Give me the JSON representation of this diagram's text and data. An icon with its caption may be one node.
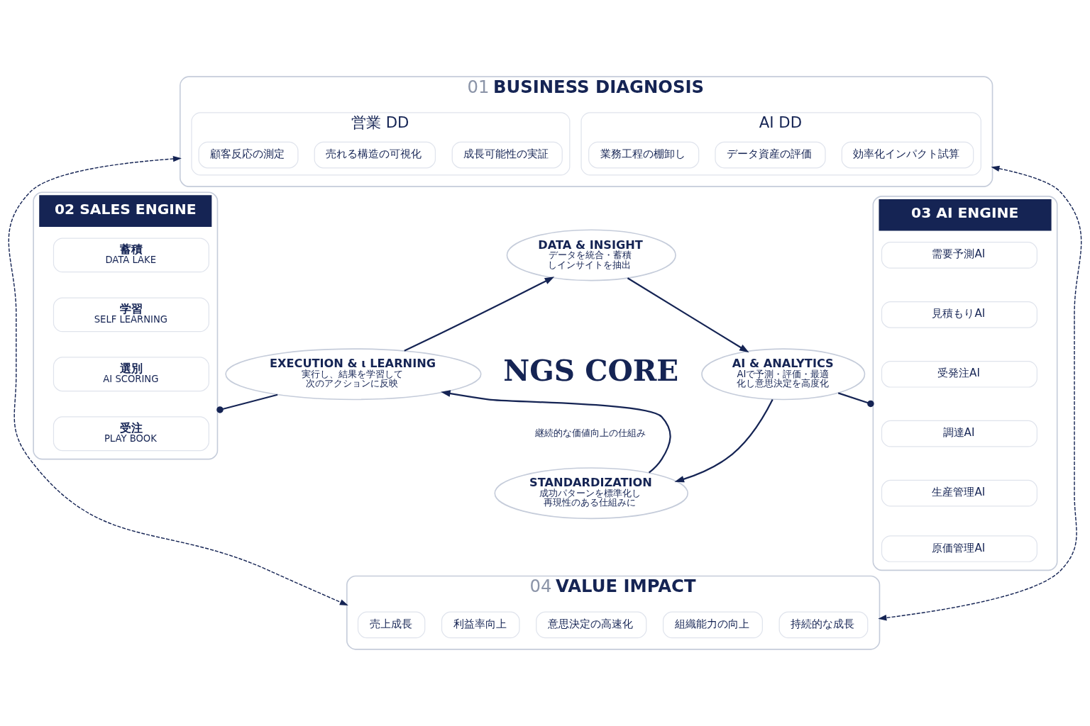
{
  "diagram": {
    "nodes": [
      {
        "text": [
          "01 BUSINESS DIAGNOSIS"
        ]
      },
      {
        "text": [
          "営業 DD"
        ],
        "in": 0
      },
      {
        "text": [
          "顧客反応の測定"
        ],
        "in": 1
      },
      {
        "text": [
          "売れる構造の可視化"
        ],
        "in": 1
      },
      {
        "text": [
          "成長可能性の実証"
        ],
        "in": 1
      },
      {
        "text": [
          "AI DD"
        ],
        "in": 0
      },
      {
        "text": [
          "業務工程の棚卸し"
        ],
        "in": 5
      },
      {
        "text": [
          "データ資産の評価"
        ],
        "in": 5
      },
      {
        "text": [
          "効率化インパクト試算"
        ],
        "in": 5
      },
      {
        "text": [
          "02 SALES ENGINE"
        ]
      },
      {
        "text": [
          "蓄積",
          "DATA LAKE"
        ],
        "in": 9
      },
      {
        "text": [
          "学習",
          "SELF LEARNING"
        ],
        "in": 9
      },
      {
        "text": [
          "選別",
          "AI SCORING"
        ],
        "in": 9
      },
      {
        "text": [
          "受注",
          "PLAY BOOK"
        ],
        "in": 9
      },
      {
        "text": [
          "DATA & INSIGHT",
          "データを統合・蓄積しインサイトを抽出"
        ]
      },
      {
        "text": [
          "EXECUTION & ι LEARNING",
          "実行し、結果を学習して次のアクションに反映"
        ]
      },
      {
        "text": [
          "AI & ANALYTICS",
          "AIで予測・評価・最適化し意思決定を高度化"
        ]
      },
      {
        "text": [
          "STANDARDIZATION",
          "成功パターンを標準化し再現性のある仕組みに"
        ]
      },
      {
        "text": [
          "03 AI ENGINE"
        ]
      },
      {
        "text": [
          "需要予測AI"
        ],
        "in": 18
      },
      {
        "text": [
          "見積もりAI"
        ],
        "in": 18
      },
      {
        "text": [
          "受発注AI"
        ],
        "in": 18
      },
      {
        "text": [
          "調達AI"
        ],
        "in": 18
      },
      {
        "text": [
          "生産管理AI"
        ],
        "in": 18
      },
      {
        "text": [
          "原価管理AI"
        ],
        "in": 18
      },
      {
        "text": [
          "04 VALUE IMPACT"
        ]
      },
      {
        "text": [
          "売上成長"
        ],
        "in": 25
      },
      {
        "text": [
          "利益率向上"
        ],
        "in": 25
      },
      {
        "text": [
          "意思決定の高速化"
        ],
        "in": 25
      },
      {
        "text": [
          "組織能力の向上"
        ],
        "in": 25
      },
      {
        "text": [
          "持続的な成長"
        ],
        "in": 25
      }
    ],
    "edges": [
      {
        "from": 14,
        "to": 16,
        "arrow": "to"
      },
      {
        "from": 16,
        "to": 17,
        "arrow": "to"
      },
      {
        "from": 17,
        "to": 15,
        "arrow": "to"
      },
      {
        "from": 15,
        "to": 14,
        "arrow": "to"
      },
      {
        "from": 15,
        "to": 9,
        "arrow": "other"
      },
      {
        "from": 16,
        "to": 18,
        "arrow": "other"
      },
      {
        "from": 0,
        "to": 25,
        "arrow": "both",
        "style": "dashed"
      },
      {
        "from": 0,
        "to": 25,
        "arrow": "both",
        "style": "dashed"
      }
    ],
    "labels": [
      "NGS CORE",
      "継続的な価値向上の仕組み"
    ]
  }
}
